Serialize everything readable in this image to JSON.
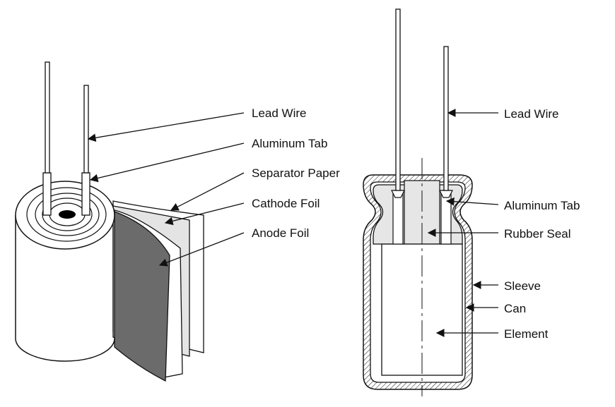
{
  "left_diagram": {
    "labels": {
      "lead_wire": "Lead Wire",
      "aluminum_tab": "Aluminum Tab",
      "separator_paper": "Separator Paper",
      "cathode_foil": "Cathode Foil",
      "anode_foil": "Anode Foil"
    }
  },
  "right_diagram": {
    "labels": {
      "lead_wire": "Lead Wire",
      "aluminum_tab": "Aluminum Tab",
      "rubber_seal": "Rubber Seal",
      "sleeve": "Sleeve",
      "can": "Can",
      "element": "Element"
    }
  },
  "colors": {
    "line": "#111111",
    "anode_foil": "#6b6b6b",
    "separator_paper": "#e4e4e4",
    "rubber_seal": "#e6e6e6",
    "background": "#ffffff"
  }
}
